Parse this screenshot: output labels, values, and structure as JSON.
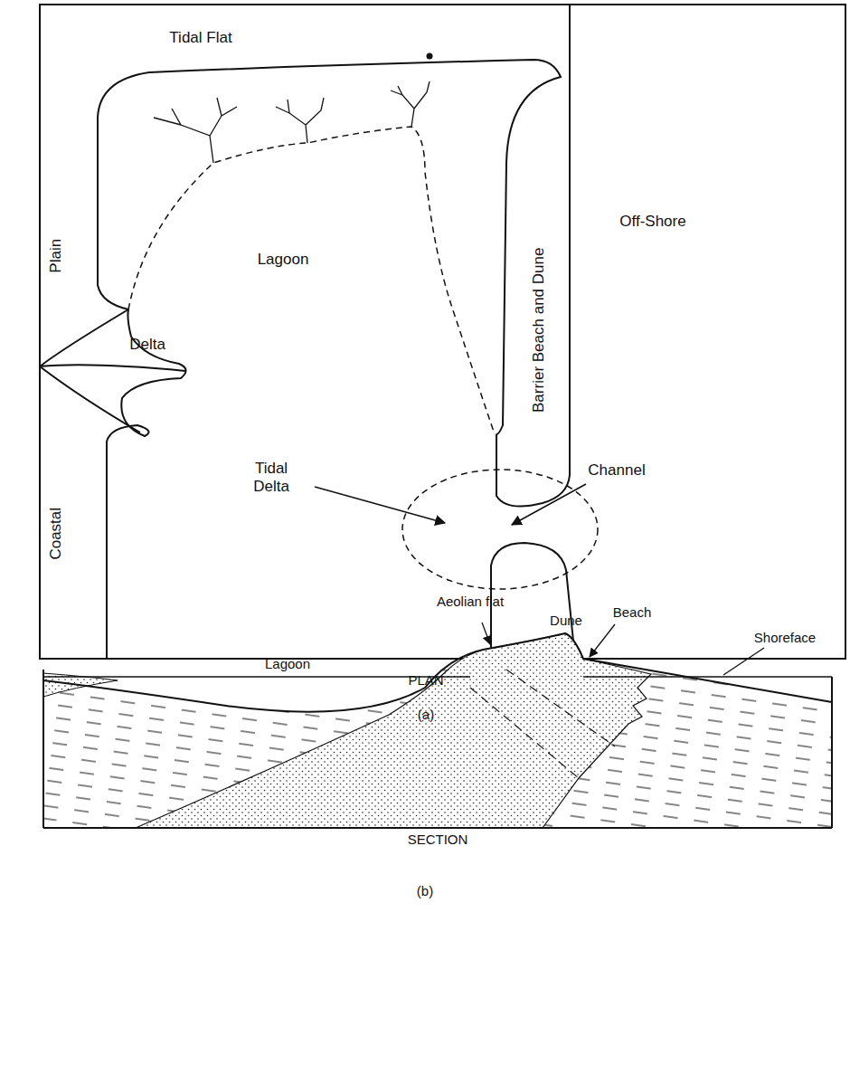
{
  "diagram": {
    "labels": [
      "Tidal Flat",
      "Off-Shore",
      "Lagoon",
      "Plain",
      "Delta",
      "Barrier Beach and Dune",
      "Coastal",
      "Tidal Delta",
      "Channel",
      "PLAN",
      "(a)",
      "Aeolian flat",
      "Dune",
      "Beach",
      "Lagoon",
      "Shoreface",
      "SECTION",
      "(b)"
    ]
  }
}
